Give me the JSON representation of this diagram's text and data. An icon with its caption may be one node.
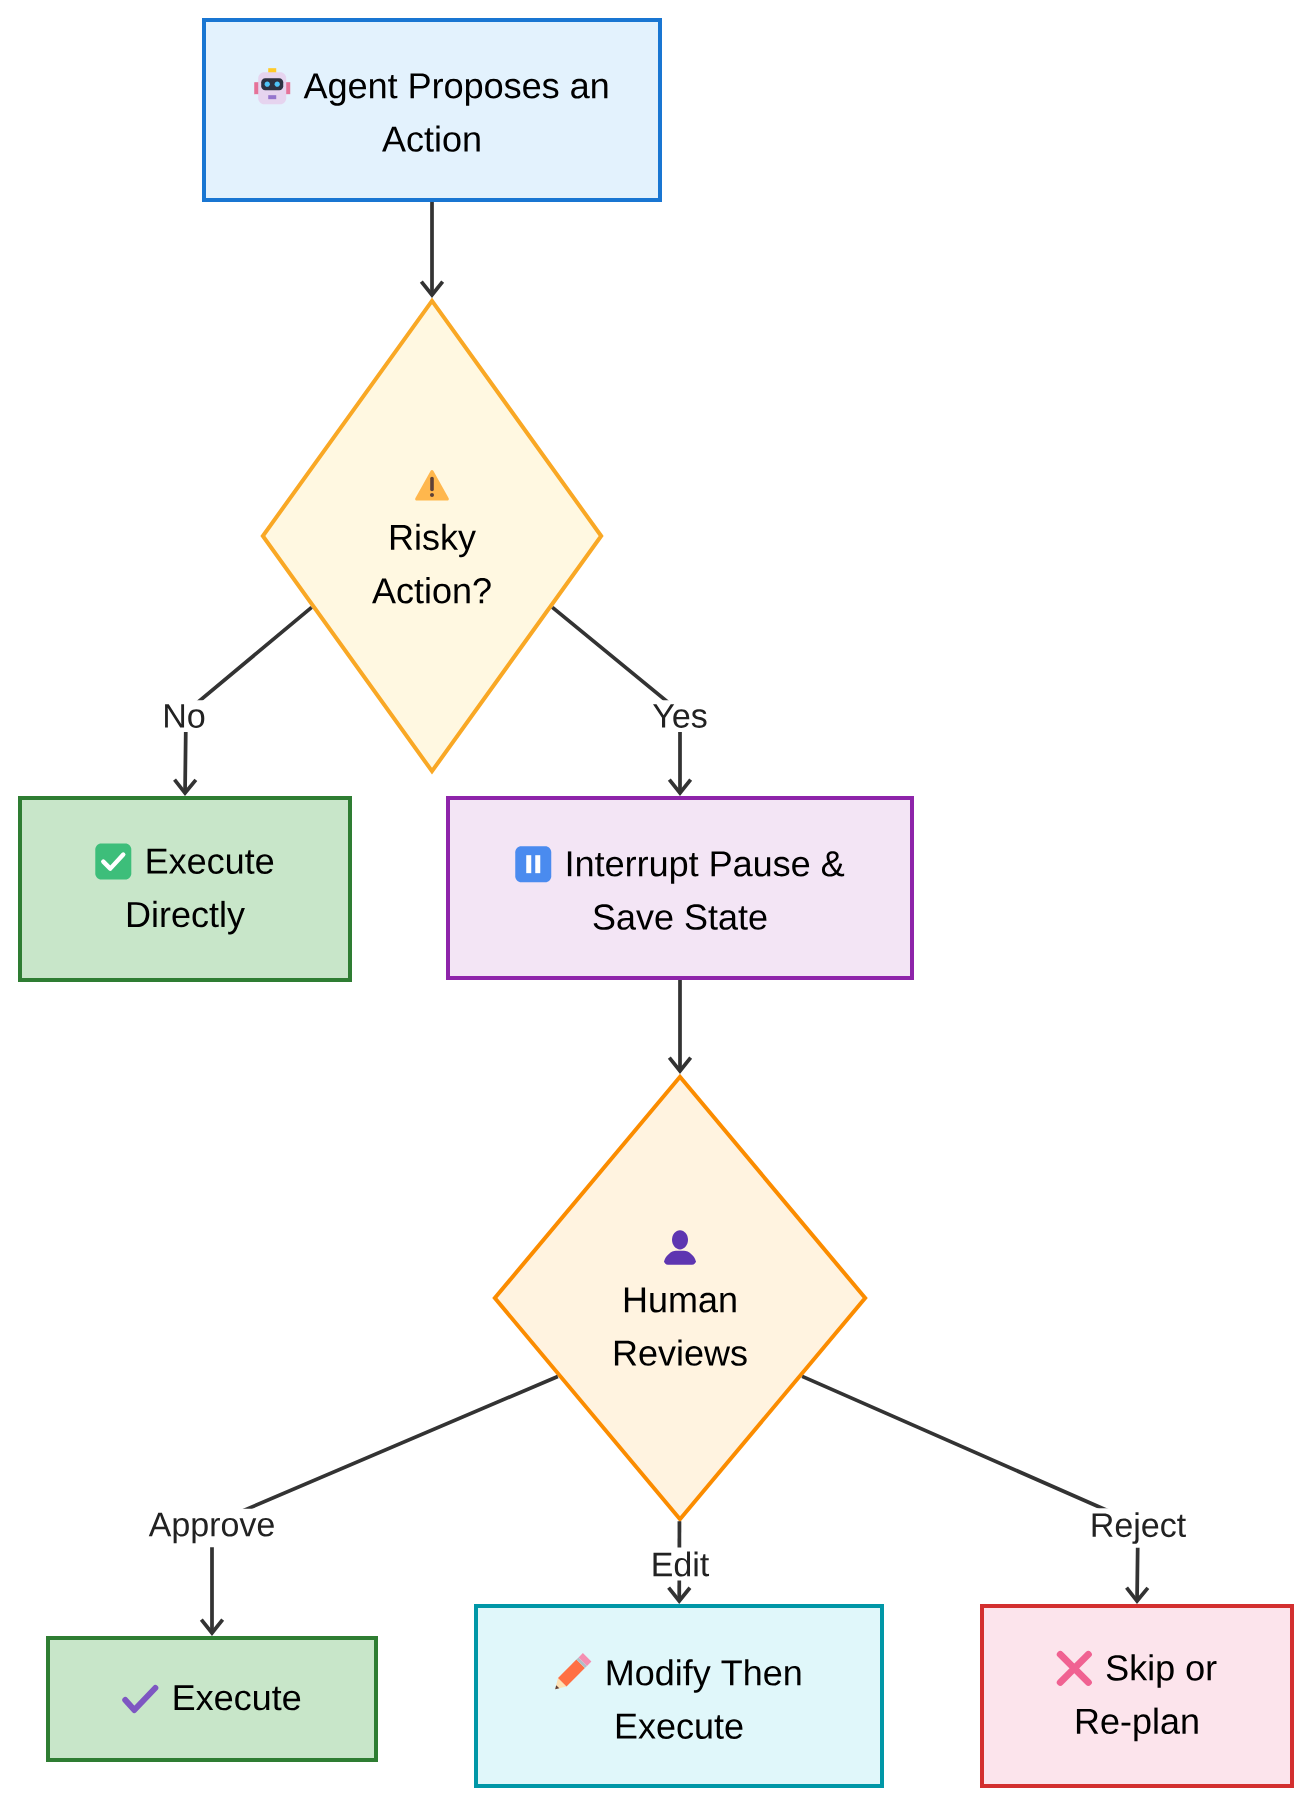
{
  "diagram": {
    "nodes": [
      {
        "text": [
          "Agent Proposes an Action"
        ]
      },
      {
        "text": [
          "Risky Action?"
        ]
      },
      {
        "text": [
          "Execute Directly"
        ]
      },
      {
        "text": [
          "Interrupt Pause & Save State"
        ]
      },
      {
        "text": [
          "Human Reviews"
        ]
      },
      {
        "text": [
          "Execute"
        ]
      },
      {
        "text": [
          "Modify Then Execute"
        ]
      },
      {
        "text": [
          "Skip or Re-plan"
        ]
      }
    ],
    "edges": [
      {
        "from": 0,
        "to": 1,
        "arrow": "to"
      },
      {
        "from": 1,
        "to": 2,
        "arrow": "to",
        "label": "No"
      },
      {
        "from": 1,
        "to": 3,
        "arrow": "to",
        "label": "Yes"
      },
      {
        "from": 3,
        "to": 4,
        "arrow": "to"
      },
      {
        "from": 4,
        "to": 5,
        "arrow": "to",
        "label": "Approve"
      },
      {
        "from": 4,
        "to": 6,
        "arrow": "to",
        "label": "Edit"
      },
      {
        "from": 4,
        "to": 7,
        "arrow": "to",
        "label": "Reject"
      }
    ]
  }
}
